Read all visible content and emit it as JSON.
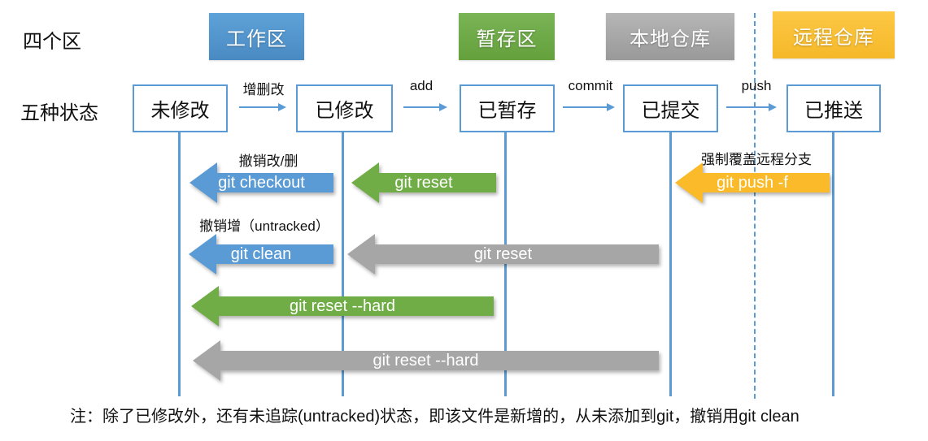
{
  "side_labels": {
    "areas": "四个区",
    "states": "五种状态"
  },
  "area_boxes": [
    {
      "label": "工作区",
      "color": "#5B9BD5"
    },
    {
      "label": "暂存区",
      "color": "#70AD47"
    },
    {
      "label": "本地仓库",
      "color": "#A6A6A6"
    },
    {
      "label": "远程仓库",
      "color": "#FFC000"
    }
  ],
  "state_boxes": [
    "未修改",
    "已修改",
    "已暂存",
    "已提交",
    "已推送"
  ],
  "transitions": [
    "增删改",
    "add",
    "commit",
    "push"
  ],
  "commands": [
    {
      "label": "git checkout",
      "annotation": "撤销改/删",
      "color": "#5B9BD5"
    },
    {
      "label": "git reset",
      "annotation": "",
      "color": "#70AD47"
    },
    {
      "label": "git push -f",
      "annotation": "强制覆盖远程分支",
      "color": "#FFC000"
    },
    {
      "label": "git clean",
      "annotation": "撤销增（untracked）",
      "color": "#5B9BD5"
    },
    {
      "label": "git reset",
      "annotation": "",
      "color": "#A6A6A6"
    },
    {
      "label": "git reset --hard",
      "annotation": "",
      "color": "#70AD47"
    },
    {
      "label": "git reset --hard",
      "annotation": "",
      "color": "#A6A6A6"
    }
  ],
  "note": "注：除了已修改外，还有未追踪(untracked)状态，即该文件是新增的，从未添加到git，撤销用git clean",
  "line_color": "#5B9BD5"
}
